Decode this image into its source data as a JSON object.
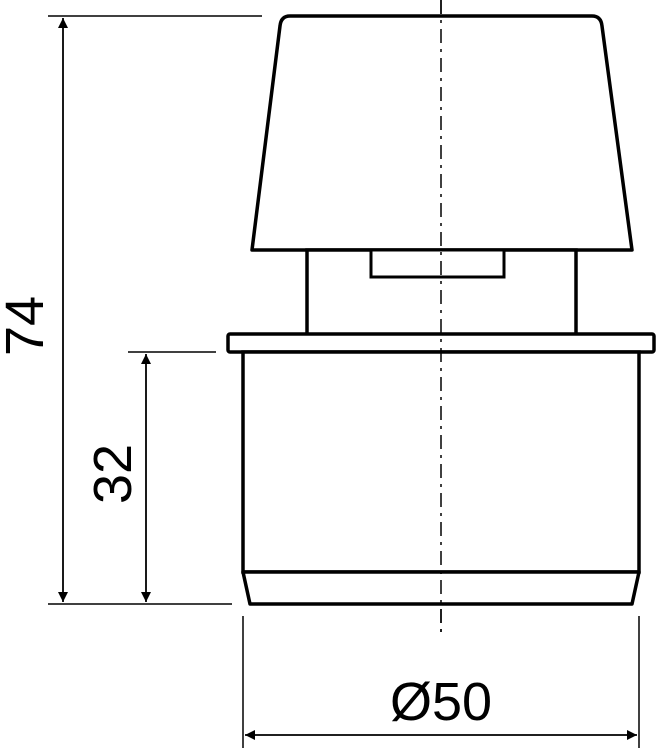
{
  "drawing": {
    "dimensions": {
      "overall_height": "74",
      "socket_height": "32",
      "diameter": "Ø50"
    },
    "colors": {
      "line": "#000000",
      "background": "#ffffff"
    }
  }
}
